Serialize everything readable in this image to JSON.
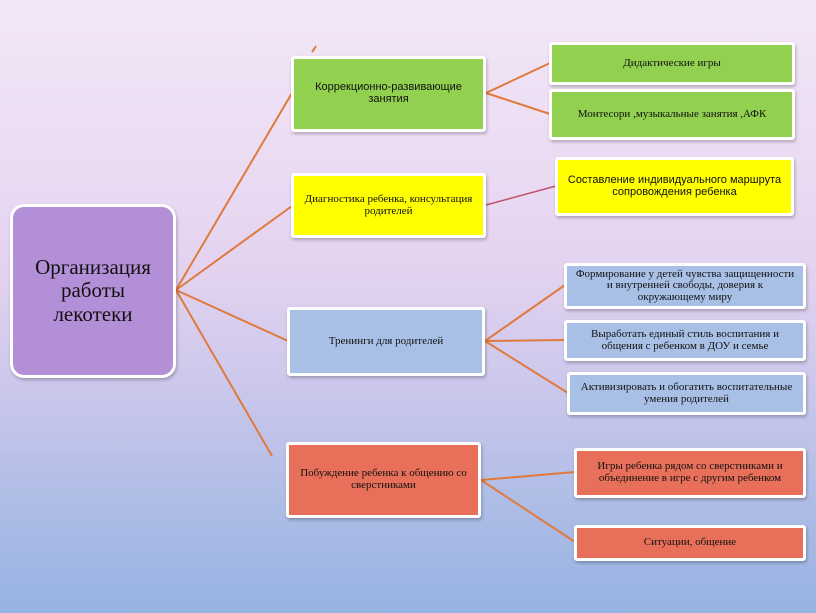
{
  "root": {
    "label": "Организация работы лекотеки"
  },
  "branches": [
    {
      "label": "Коррекционно-развивающие занятия",
      "leaves": [
        "Дидактические игры",
        "Монтесори ,музыкальные занятия ,АФК"
      ]
    },
    {
      "label": "Диагностика ребенка, консультация родителей",
      "leaves": [
        "Составление индивидуального маршрута сопровождения ребенка"
      ]
    },
    {
      "label": "Тренинги для родителей",
      "leaves": [
        "Формирование у детей чувства защищенности и внутренней свободы, доверия к окружающему миру",
        "Выработать единый стиль воспитания и общения с ребенком в ДОУ и семье",
        "Активизировать и обогатить воспитательные умения родителей"
      ]
    },
    {
      "label": "Побуждение ребенка к общению со сверстниками",
      "leaves": [
        "Игры ребенка рядом со сверстниками и объединение в игре с другим ребенком",
        "Ситуации, общение"
      ]
    }
  ],
  "colors": {
    "root": "#b38fd8",
    "green": "#92d050",
    "yellow": "#ffff00",
    "blue": "#a9c0e6",
    "red": "#e8705a",
    "connector": "#e07a3c",
    "connector_pink": "#c0506e"
  }
}
